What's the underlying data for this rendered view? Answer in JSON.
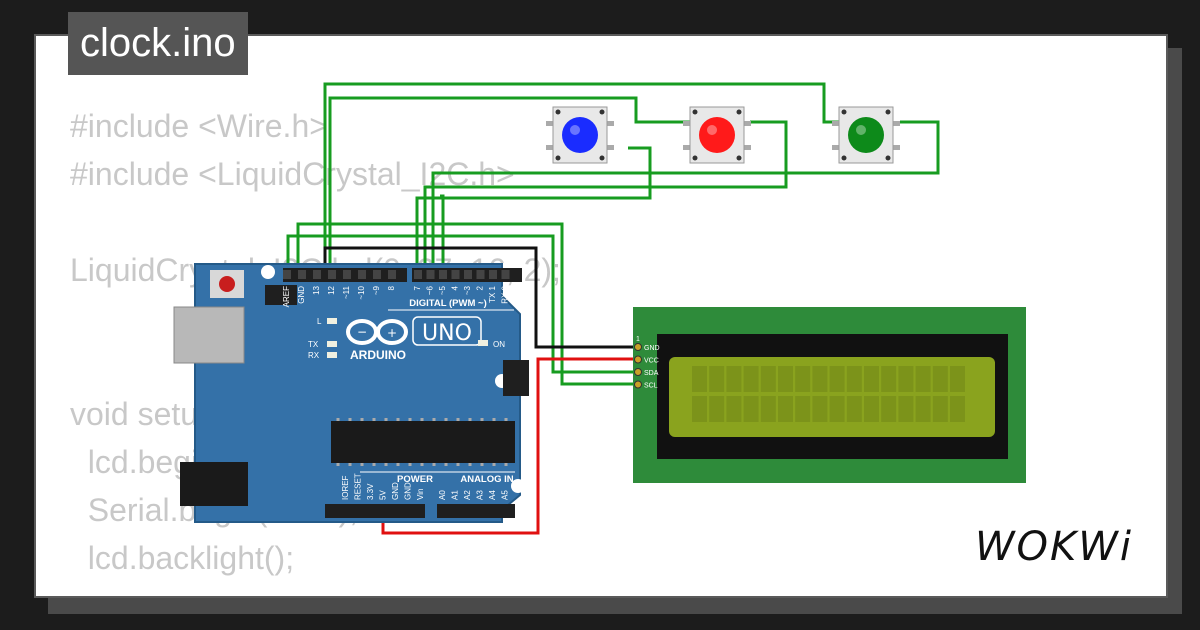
{
  "project": {
    "title": "clock.ino"
  },
  "code_lines": [
    "#include <Wire.h>",
    "#include <LiquidCrystal_I2C.h>",
    "LiquidCrystal_I2C lcd(0x27, 16, 2);",
    "void setup() {",
    "  lcd.begin();",
    "  Serial.begin(9600);",
    "  lcd.backlight();"
  ],
  "arduino": {
    "brand": "ARDUINO",
    "model": "UNO",
    "digital_header": "DIGITAL (PWM ~)",
    "power_header": "POWER",
    "analog_header": "ANALOG IN",
    "on_label": "ON",
    "led_labels": [
      "L",
      "TX",
      "RX"
    ],
    "digital_pins": [
      "AREF",
      "GND",
      "13",
      "12",
      "~11",
      "~10",
      "~9",
      "8",
      "7",
      "~6",
      "~5",
      "4",
      "~3",
      "2",
      "TX 1",
      "RX 0"
    ],
    "power_pins": [
      "IOREF",
      "RESET",
      "3.3V",
      "5V",
      "GND",
      "GND",
      "Vin"
    ],
    "analog_pins": [
      "A0",
      "A1",
      "A2",
      "A3",
      "A4",
      "A5"
    ]
  },
  "lcd": {
    "pin_one_marker": "1",
    "pins": [
      "GND",
      "VCC",
      "SDA",
      "SCL"
    ],
    "color_board": "#2e8b3a",
    "color_screen": "#8aa31e"
  },
  "buttons": [
    {
      "name": "blue",
      "color": "#1a2cff"
    },
    {
      "name": "red",
      "color": "#ff1a1a"
    },
    {
      "name": "green",
      "color": "#0d8a1a"
    }
  ],
  "wires": {
    "green": "#179c20",
    "black": "#111111",
    "red": "#e01010"
  },
  "brand": {
    "logo": "WOKWi"
  }
}
